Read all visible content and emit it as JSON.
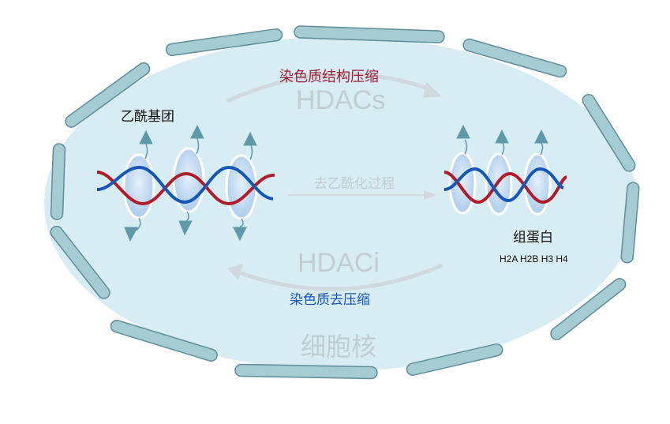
{
  "labels": {
    "compress": "染色质结构压缩",
    "hdacs": "HDACs",
    "acetyl": "乙酰基团",
    "deacetylation": "去乙酰化过程",
    "histone": "组蛋白",
    "histone_types": "H2A H2B H3 H4",
    "hdaci": "HDACi",
    "decompress": "染色质去压缩",
    "nucleus": "细胞核"
  },
  "colors": {
    "nucleus_fill": "#d7edf3",
    "membrane_fill": "#a5cbd3",
    "membrane_stroke": "#5f8e99",
    "dna_red": "#b01c2a",
    "dna_blue": "#1657b6",
    "histone_fill": "#b9d5ef",
    "acetyl_arrow": "#5f9aa8",
    "cycle_arrow": "#cfd9de",
    "faint_text": "#c2cdd2",
    "compress_text": "#9b1f36",
    "decompress_text": "#1a56b3"
  },
  "acetyl_icon": "arrow-head-icon",
  "membrane_icon": "membrane-segment-icon"
}
